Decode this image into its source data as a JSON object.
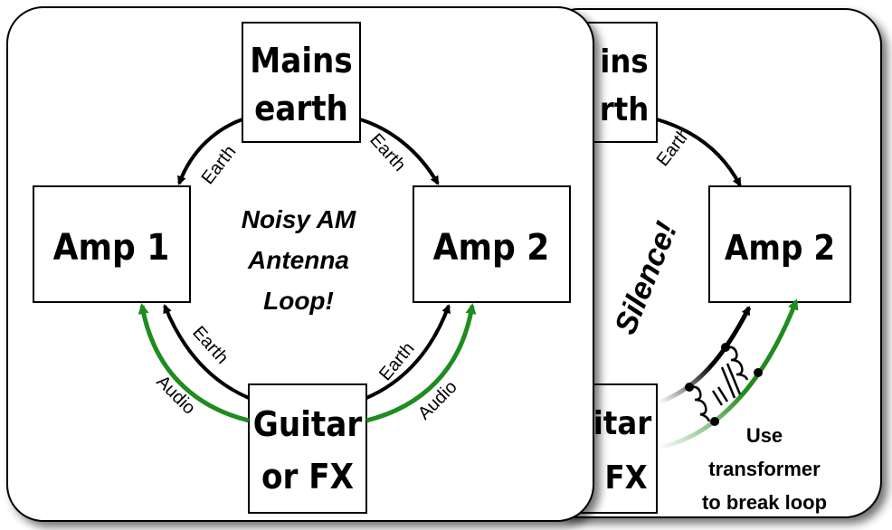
{
  "front_panel": {
    "mains_earth_line1": "Mains",
    "mains_earth_line2": "earth",
    "amp1": "Amp 1",
    "amp2": "Amp 2",
    "guitar_line1": "Guitar",
    "guitar_line2": "or FX",
    "center_line1": "Noisy AM",
    "center_line2": "Antenna",
    "center_line3": "Loop!",
    "earth_label": "Earth",
    "audio_label": "Audio"
  },
  "back_panel": {
    "mains_line1": "ins",
    "mains_line2": "rth",
    "amp2": "Amp 2",
    "guitar_line1": "itar",
    "guitar_line2": "FX",
    "earth_label": "Earth",
    "silence": "Silence!",
    "note_line1": "Use",
    "note_line2": "transformer",
    "note_line3": "to break loop"
  },
  "colors": {
    "earth_arrow": "#000000",
    "audio_arrow": "#1e8c1e",
    "panel_bg": "#ffffff",
    "panel_border": "#000000"
  }
}
